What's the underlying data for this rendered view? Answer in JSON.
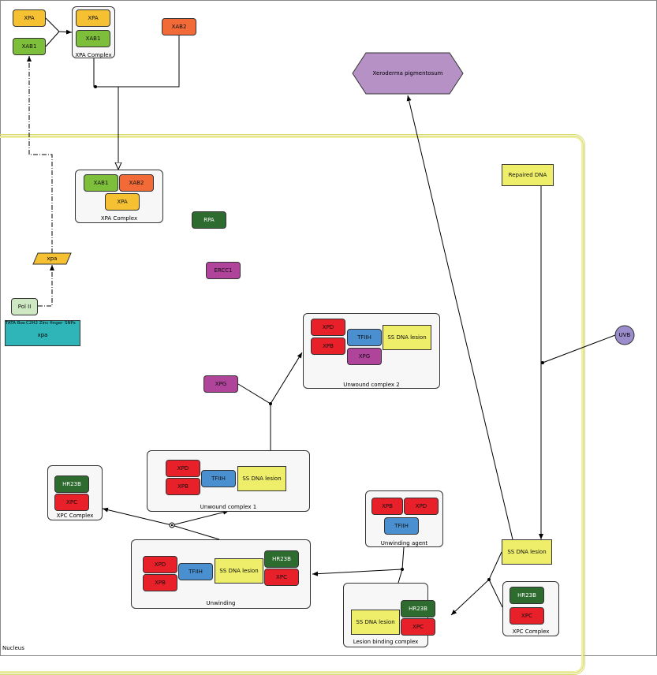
{
  "compartment": {
    "label": "Nucleus"
  },
  "nodes": {
    "xpa_top": "XPA",
    "xab1_top": "XAB1",
    "xab2_top": "XAB2",
    "xpa_complex_top": {
      "label": "XPA Complex",
      "xpa": "XPA",
      "xab1": "XAB1"
    },
    "disease": "Xeroderma pigmentosum",
    "xpa_complex_nuc": {
      "label": "XPA Complex",
      "xab1": "XAB1",
      "xab2": "XAB2",
      "xpa": "XPA"
    },
    "rpa": "RPA",
    "ercc1": "ERCC1",
    "xpa_rna": "xpa",
    "pol2": "Pol II",
    "gene": {
      "label": "xpa",
      "features": [
        "TATA Box",
        "C2H2 Zinc finger",
        "SNPs"
      ]
    },
    "repaired_dna": "Repaired DNA",
    "uvb": "UVB",
    "xpg": "XPG",
    "unwound2": {
      "label": "Unwound complex 2",
      "xpd": "XPD",
      "xpb": "XPB",
      "tfiih": "TFIIH",
      "xpg": "XPG",
      "ss": "SS DNA lesion"
    },
    "unwound1": {
      "label": "Unwound complex 1",
      "xpd": "XPD",
      "xpb": "XPB",
      "tfiih": "TFIIH",
      "ss": "SS DNA lesion"
    },
    "xpc_left": {
      "label": "XPC Complex",
      "hr23b": "HR23B",
      "xpc": "XPC"
    },
    "unwinding_agent": {
      "label": "Unwinding agent",
      "xpb": "XPB",
      "xpd": "XPD",
      "tfiih": "TFIIH"
    },
    "ss_right": "SS DNA lesion",
    "unwinding": {
      "label": "Unwinding",
      "xpd": "XPD",
      "xpb": "XPB",
      "tfiih": "TFIIH",
      "ss": "SS DNA lesion",
      "hr23b": "HR23B",
      "xpc": "XPC"
    },
    "lesion_binding": {
      "label": "Lesion binding complex",
      "ss": "SS DNA lesion",
      "hr23b": "HR23B",
      "xpc": "XPC"
    },
    "xpc_right": {
      "label": "XPC Complex",
      "hr23b": "HR23B",
      "xpc": "XPC"
    }
  },
  "colors": {
    "red": "#e8202a",
    "yellow": "#f5c133",
    "green": "#7dbf3a",
    "orange": "#f26a38",
    "darkgreen": "#2e6b2e",
    "magenta": "#b0439a",
    "blue": "#4a8fd0",
    "lesion": "#eeee6a",
    "disease": "#b591c6",
    "uvb": "#9b8ccc",
    "gene": "#2fb5b8"
  }
}
